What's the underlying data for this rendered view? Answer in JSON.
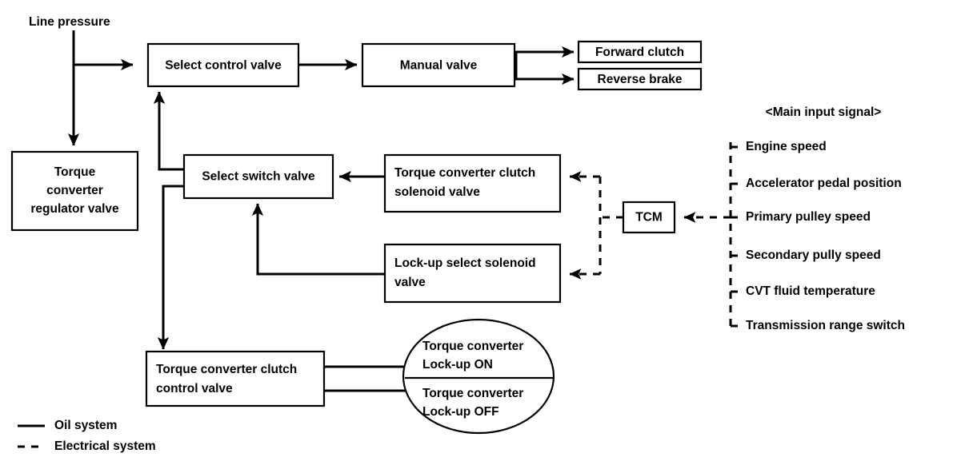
{
  "diagram": {
    "title_label": "Line pressure",
    "input_header": "<Main input signal>",
    "boxes": {
      "select_control_valve": "Select control valve",
      "manual_valve": "Manual valve",
      "forward_clutch": "Forward clutch",
      "reverse_brake": "Reverse brake",
      "torque_converter_regulator_valve_l1": "Torque",
      "torque_converter_regulator_valve_l2": "converter",
      "torque_converter_regulator_valve_l3": "regulator valve",
      "select_switch_valve": "Select switch valve",
      "torque_converter_clutch_solenoid_valve_l1": "Torque converter clutch",
      "torque_converter_clutch_solenoid_valve_l2": "solenoid valve",
      "lockup_select_solenoid_valve_l1": "Lock-up select solenoid",
      "lockup_select_solenoid_valve_l2": "valve",
      "tcm": "TCM",
      "torque_converter_clutch_control_valve_l1": "Torque converter clutch",
      "torque_converter_clutch_control_valve_l2": "control valve"
    },
    "ellipse": {
      "top_l1": "Torque converter",
      "top_l2": "Lock-up ON",
      "bottom_l1": "Torque converter",
      "bottom_l2": "Lock-up OFF"
    },
    "input_signals": [
      "Engine speed",
      "Accelerator pedal position",
      "Primary pulley speed",
      "Secondary pully speed",
      "CVT fluid temperature",
      "Transmission range switch"
    ],
    "legend": [
      {
        "label": "Oil system",
        "style": "solid"
      },
      {
        "label": "Electrical system",
        "style": "dashed"
      }
    ],
    "colors": {
      "stroke": "#000000",
      "fill": "#ffffff",
      "background": "#ffffff"
    }
  }
}
